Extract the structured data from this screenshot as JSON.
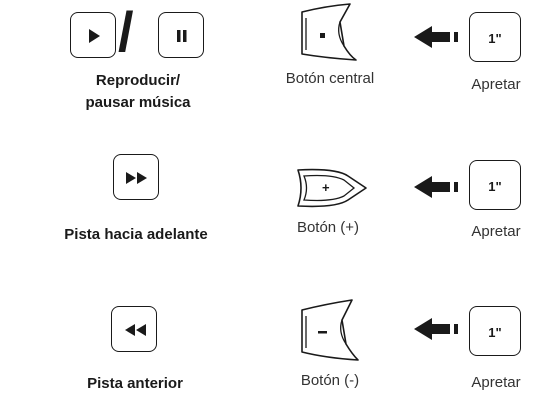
{
  "rows": [
    {
      "action_label_line1": "Reproducir/",
      "action_label_line2": "pausar música",
      "button_label": "Botón central",
      "press_label": "Apretar",
      "press_duration": "1\""
    },
    {
      "action_label": "Pista hacia adelante",
      "button_label": "Botón (+)",
      "press_label": "Apretar",
      "press_duration": "1\""
    },
    {
      "action_label": "Pista anterior",
      "button_label": "Botón (-)",
      "press_label": "Apretar",
      "press_duration": "1\""
    }
  ],
  "separator": "/",
  "icons": {
    "play": "play-icon",
    "pause": "pause-icon",
    "fast_forward": "fast-forward-icon",
    "rewind": "rewind-icon",
    "center_button": "center-button-icon",
    "plus_button": "plus-button-icon",
    "minus_button": "minus-button-icon",
    "arrow": "left-arrow-icon"
  }
}
